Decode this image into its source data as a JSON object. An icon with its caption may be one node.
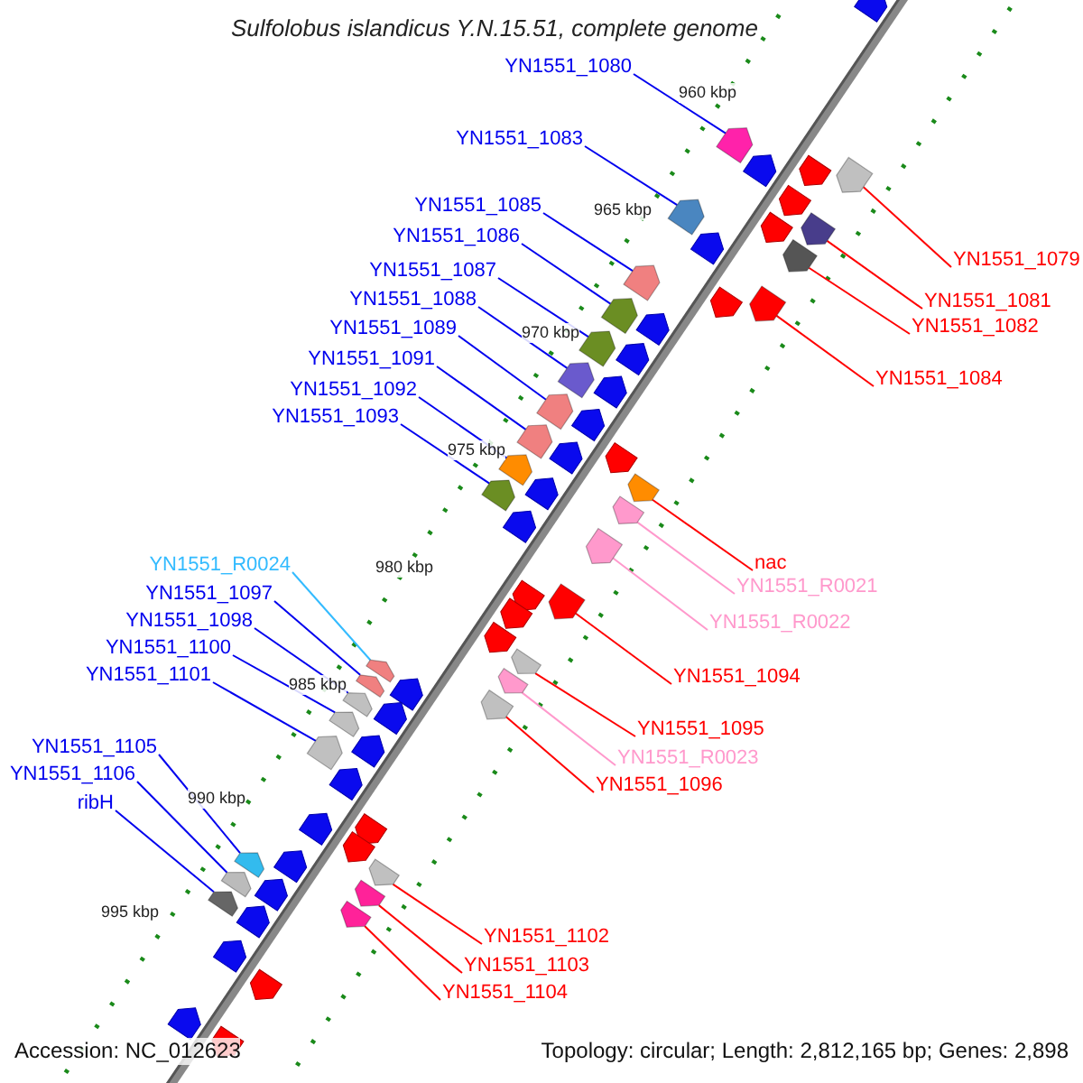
{
  "diagram": {
    "title": "Sulfolobus islandicus Y.N.15.51, complete genome",
    "nodes": [
      {
        "text": [
          "YN1551_1080"
        ]
      },
      {
        "text": [],
        "shape": "box"
      },
      {
        "text": [
          "YN1551_1083"
        ]
      },
      {
        "text": [],
        "shape": "box"
      },
      {
        "text": [
          "YN1551_1085"
        ]
      },
      {
        "text": [],
        "shape": "box"
      },
      {
        "text": [
          "YN1551_1086"
        ]
      },
      {
        "text": [],
        "shape": "box"
      },
      {
        "text": [
          "YN1551_1087"
        ]
      },
      {
        "text": [],
        "shape": "box"
      },
      {
        "text": [
          "YN1551_1088"
        ]
      },
      {
        "text": [],
        "shape": "box"
      },
      {
        "text": [
          "YN1551_1089"
        ]
      },
      {
        "text": [],
        "shape": "box"
      },
      {
        "text": [
          "YN1551_1091"
        ]
      },
      {
        "text": [],
        "shape": "box"
      },
      {
        "text": [
          "YN1551_1092"
        ]
      },
      {
        "text": [],
        "shape": "box"
      },
      {
        "text": [
          "YN1551_1093"
        ]
      },
      {
        "text": [],
        "shape": "box"
      },
      {
        "text": [
          "YN1551_R0024"
        ]
      },
      {
        "text": [],
        "shape": "box"
      },
      {
        "text": [
          "YN1551_1097"
        ]
      },
      {
        "text": [],
        "shape": "box"
      },
      {
        "text": [
          "YN1551_1098"
        ]
      },
      {
        "text": [],
        "shape": "box"
      },
      {
        "text": [
          "YN1551_1100"
        ]
      },
      {
        "text": [],
        "shape": "box"
      },
      {
        "text": [
          "YN1551_1101"
        ]
      },
      {
        "text": [],
        "shape": "box"
      },
      {
        "text": [
          "YN1551_1105"
        ]
      },
      {
        "text": [],
        "shape": "box"
      },
      {
        "text": [
          "YN1551_1106"
        ]
      },
      {
        "text": [],
        "shape": "box"
      },
      {
        "text": [
          "ribH"
        ]
      },
      {
        "text": [],
        "shape": "box"
      },
      {
        "text": [
          "YN1551_1079"
        ]
      },
      {
        "text": [],
        "shape": "box"
      },
      {
        "text": [
          "YN1551_1081"
        ]
      },
      {
        "text": [],
        "shape": "box"
      },
      {
        "text": [
          "YN1551_1082"
        ]
      },
      {
        "text": [],
        "shape": "box"
      },
      {
        "text": [
          "YN1551_1084"
        ]
      },
      {
        "text": [],
        "shape": "box"
      },
      {
        "text": [
          "nac"
        ]
      },
      {
        "text": [],
        "shape": "box"
      },
      {
        "text": [
          "YN1551_R0021"
        ]
      },
      {
        "text": [],
        "shape": "box"
      },
      {
        "text": [
          "YN1551_R0022"
        ]
      },
      {
        "text": [],
        "shape": "box"
      },
      {
        "text": [
          "YN1551_1094"
        ]
      },
      {
        "text": [],
        "shape": "box"
      },
      {
        "text": [
          "YN1551_1095"
        ]
      },
      {
        "text": [],
        "shape": "box"
      },
      {
        "text": [
          "YN1551_R0023"
        ]
      },
      {
        "text": [],
        "shape": "box"
      },
      {
        "text": [
          "YN1551_1096"
        ]
      },
      {
        "text": [],
        "shape": "box"
      },
      {
        "text": [
          "YN1551_1102"
        ]
      },
      {
        "text": [],
        "shape": "box"
      },
      {
        "text": [
          "YN1551_1103"
        ]
      },
      {
        "text": [],
        "shape": "box"
      },
      {
        "text": [
          "YN1551_1104"
        ]
      },
      {
        "text": [],
        "shape": "box"
      }
    ],
    "edges": [
      {
        "from": 0,
        "to": 1,
        "arrow": "none"
      },
      {
        "from": 2,
        "to": 3,
        "arrow": "none"
      },
      {
        "from": 4,
        "to": 5,
        "arrow": "none"
      },
      {
        "from": 6,
        "to": 7,
        "arrow": "none"
      },
      {
        "from": 8,
        "to": 9,
        "arrow": "none"
      },
      {
        "from": 10,
        "to": 11,
        "arrow": "none"
      },
      {
        "from": 12,
        "to": 13,
        "arrow": "none"
      },
      {
        "from": 14,
        "to": 15,
        "arrow": "none"
      },
      {
        "from": 16,
        "to": 17,
        "arrow": "none"
      },
      {
        "from": 18,
        "to": 19,
        "arrow": "none"
      },
      {
        "from": 20,
        "to": 21,
        "arrow": "none",
        "color": "#33bbff"
      },
      {
        "from": 22,
        "to": 23,
        "arrow": "none"
      },
      {
        "from": 24,
        "to": 25,
        "arrow": "none"
      },
      {
        "from": 26,
        "to": 27,
        "arrow": "none"
      },
      {
        "from": 28,
        "to": 29,
        "arrow": "none"
      },
      {
        "from": 30,
        "to": 31,
        "arrow": "none"
      },
      {
        "from": 32,
        "to": 33,
        "arrow": "none"
      },
      {
        "from": 34,
        "to": 35,
        "arrow": "none"
      },
      {
        "from": 36,
        "to": 37,
        "arrow": "none",
        "color": "#ff0000"
      },
      {
        "from": 38,
        "to": 39,
        "arrow": "none",
        "color": "#ff0000"
      },
      {
        "from": 40,
        "to": 41,
        "arrow": "none",
        "color": "#ff0000"
      },
      {
        "from": 42,
        "to": 43,
        "arrow": "none",
        "color": "#ff0000"
      },
      {
        "from": 44,
        "to": 45,
        "arrow": "none",
        "color": "#ff0000"
      },
      {
        "from": 46,
        "to": 47,
        "arrow": "none",
        "color": "#ff99cc"
      },
      {
        "from": 48,
        "to": 49,
        "arrow": "none",
        "color": "#ff99cc"
      },
      {
        "from": 50,
        "to": 51,
        "arrow": "none",
        "color": "#ff0000"
      },
      {
        "from": 52,
        "to": 53,
        "arrow": "none",
        "color": "#ff0000"
      },
      {
        "from": 54,
        "to": 55,
        "arrow": "none",
        "color": "#ff99cc"
      },
      {
        "from": 56,
        "to": 57,
        "arrow": "none",
        "color": "#ff0000"
      },
      {
        "from": 58,
        "to": 59,
        "arrow": "none",
        "color": "#ff0000"
      },
      {
        "from": 60,
        "to": 61,
        "arrow": "none",
        "color": "#ff0000"
      },
      {
        "from": 62,
        "to": 63,
        "arrow": "none",
        "color": "#ff0000"
      }
    ],
    "labels": [
      "960 kbp",
      "965 kbp",
      "970 kbp",
      "975 kbp",
      "980 kbp",
      "985 kbp",
      "990 kbp",
      "995 kbp",
      "Accession: NC_012623",
      "Topology: circular; Length: 2,812,165 bp; Genes: 2,898"
    ]
  }
}
